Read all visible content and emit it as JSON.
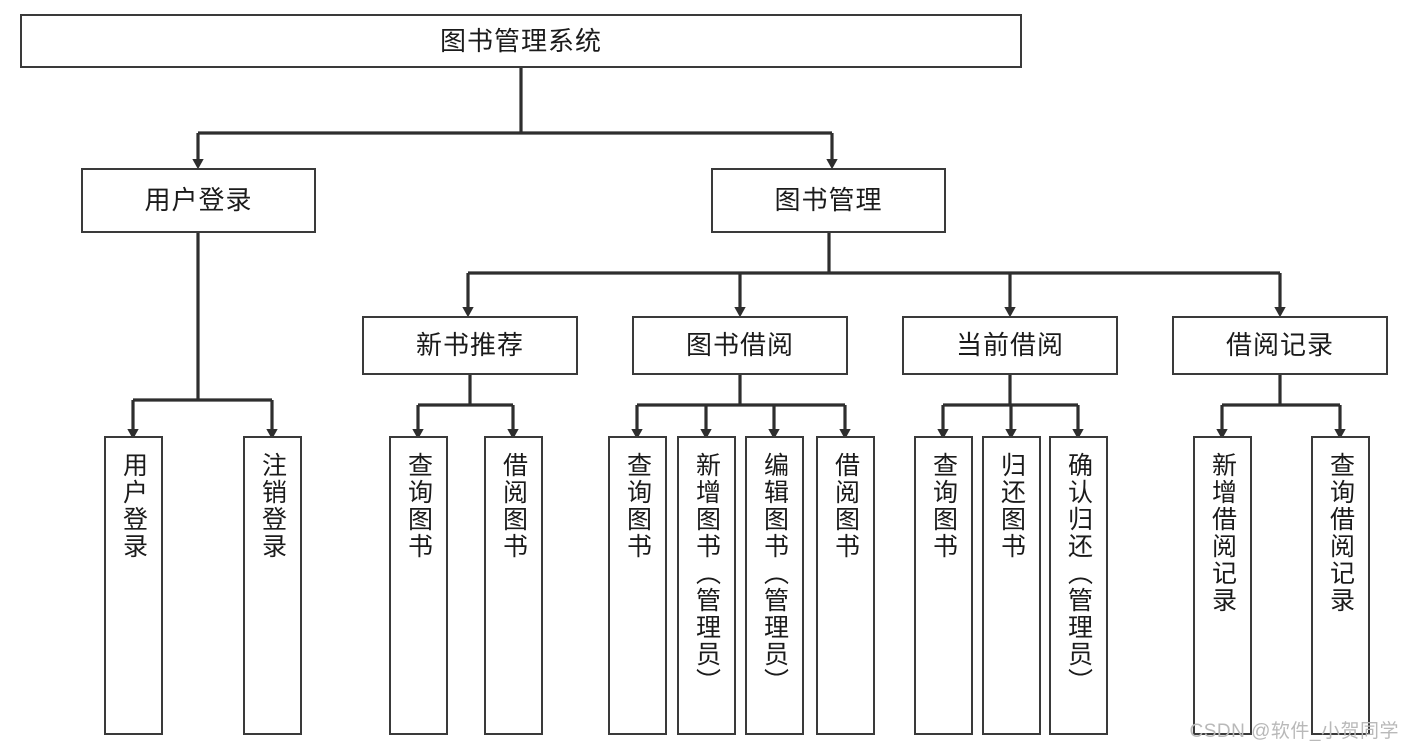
{
  "diagram": {
    "title": "图书管理系统",
    "type": "tree-hierarchy",
    "root": {
      "label": "图书管理系统"
    },
    "level2": [
      {
        "label": "用户登录"
      },
      {
        "label": "图书管理"
      }
    ],
    "level3": [
      {
        "label": "新书推荐"
      },
      {
        "label": "图书借阅"
      },
      {
        "label": "当前借阅"
      },
      {
        "label": "借阅记录"
      }
    ],
    "leaves": {
      "user_login": [
        {
          "label": "用户登录"
        },
        {
          "label": "注销登录"
        }
      ],
      "new_book_recommend": [
        {
          "label": "查询图书"
        },
        {
          "label": "借阅图书"
        }
      ],
      "book_borrow": [
        {
          "label": "查询图书"
        },
        {
          "label": "新增图书（管理员）"
        },
        {
          "label": "编辑图书（管理员）"
        },
        {
          "label": "借阅图书"
        }
      ],
      "current_borrow": [
        {
          "label": "查询图书"
        },
        {
          "label": "归还图书"
        },
        {
          "label": "确认归还（管理员）"
        }
      ],
      "borrow_record": [
        {
          "label": "新增借阅记录"
        },
        {
          "label": "查询借阅记录"
        }
      ]
    }
  },
  "watermark": {
    "text": "CSDN @软件_小贺同学"
  },
  "colors": {
    "border": "#3a3a3a",
    "text": "#1b1b1b",
    "background": "#ffffff",
    "watermark": "#b9b9b9"
  }
}
